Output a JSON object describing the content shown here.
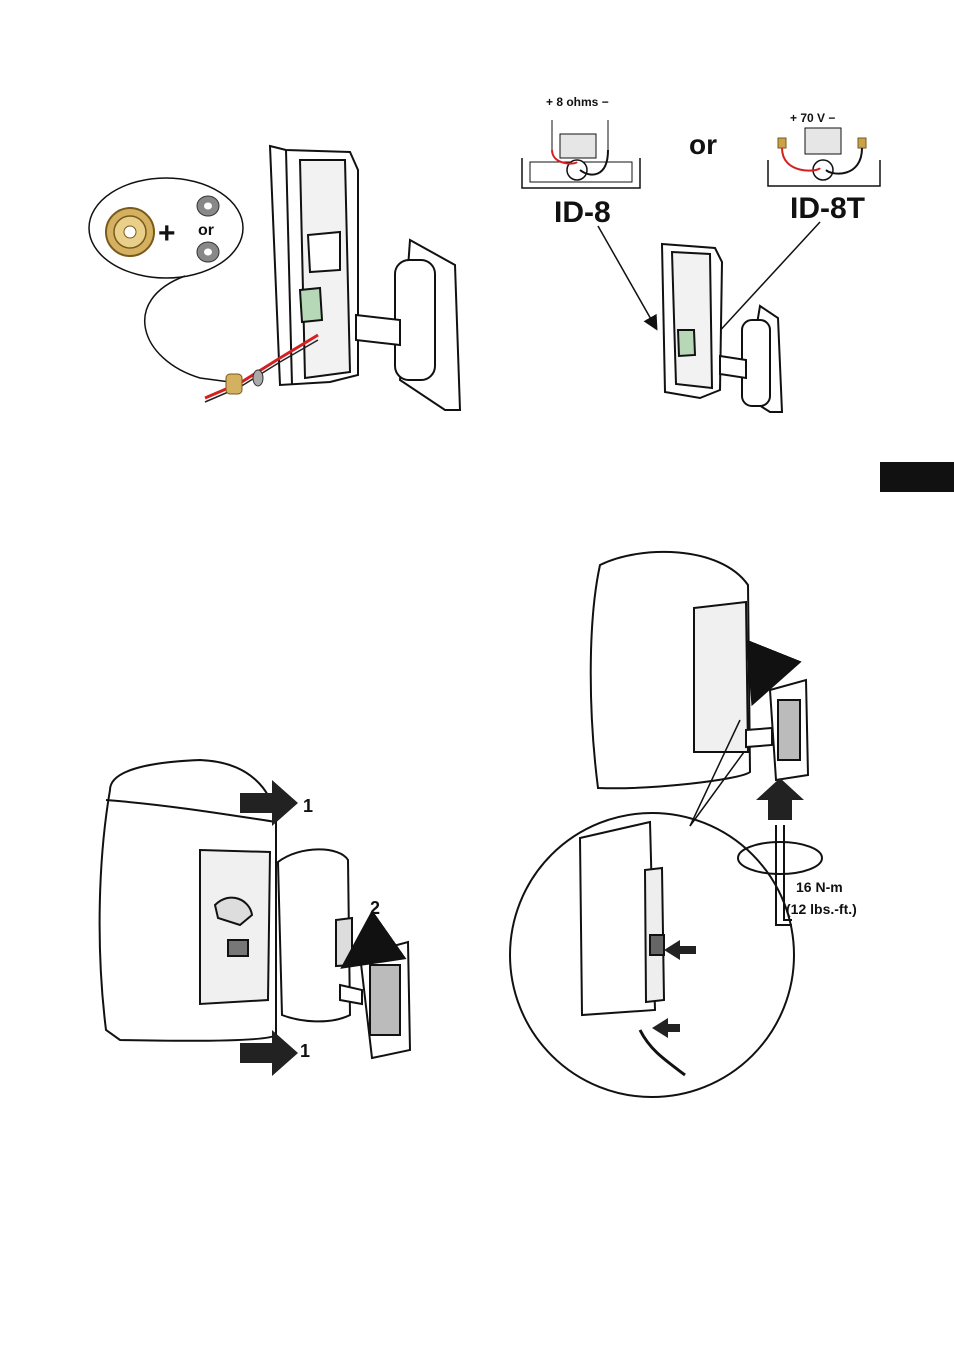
{
  "figure1": {
    "or_label": "or",
    "plus_label": "+"
  },
  "figure2": {
    "ohms_label": "+ 8 ohms −",
    "volt_label": "+   70 V   −",
    "or_label": "or",
    "model_a": "ID-8",
    "model_b": "ID-8T"
  },
  "figure3": {
    "step1_top": "1",
    "step1_bottom": "1",
    "step2": "2"
  },
  "figure4": {
    "torque_nm": "16 N-m",
    "torque_imperial": "(12 lbs.-ft.)"
  },
  "colors": {
    "ink": "#111111",
    "wire_red": "#d42020",
    "brass": "#c9a24a",
    "grey_fill": "#cfcfcf"
  }
}
